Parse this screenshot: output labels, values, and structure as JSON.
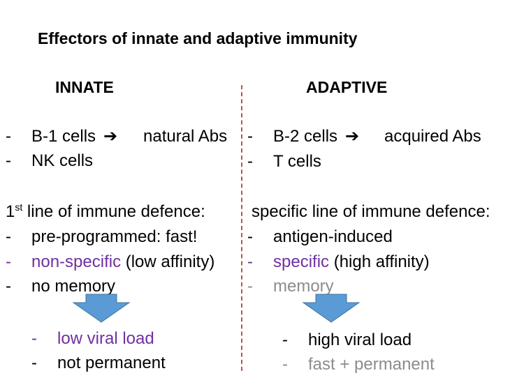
{
  "title": "Effectors of innate and adaptive immunity",
  "innate": {
    "heading": "INNATE",
    "cells": [
      {
        "dash": "-",
        "name": "B-1 cells",
        "arrow": "➔",
        "product": "natural Abs"
      },
      {
        "dash": "-",
        "name": "NK cells"
      }
    ],
    "line_prefix": "1",
    "line_sup": "st",
    "line_rest": " line of immune defence:",
    "props": [
      {
        "dash": "-",
        "text": "pre-programmed: fast!"
      },
      {
        "dash": "-",
        "highlight": "non-specific",
        "rest": " (low affinity)"
      },
      {
        "dash": "-",
        "text": "no memory"
      }
    ],
    "outcomes": [
      {
        "dash": "-",
        "text": "low viral load"
      },
      {
        "dash": "-",
        "text": "not permanent"
      }
    ]
  },
  "adaptive": {
    "heading": "ADAPTIVE",
    "cells": [
      {
        "dash": "-",
        "name": "B-2 cells",
        "arrow": "➔",
        "product": "acquired Abs"
      },
      {
        "dash": "-",
        "name": "T cells"
      }
    ],
    "line": "specific line of immune defence:",
    "props": [
      {
        "dash": "-",
        "text": "antigen-induced"
      },
      {
        "dash": "-",
        "highlight": "specific",
        "rest": " (high affinity)"
      },
      {
        "dash": "-",
        "text": "memory"
      }
    ],
    "outcomes": [
      {
        "dash": "-",
        "text": "high viral load"
      },
      {
        "dash": "-",
        "text": "fast + permanent"
      }
    ]
  },
  "colors": {
    "highlight": "#7030a0",
    "muted": "#8c8c8c",
    "arrow": "#5b9bd5",
    "divider": "#c0504d"
  }
}
